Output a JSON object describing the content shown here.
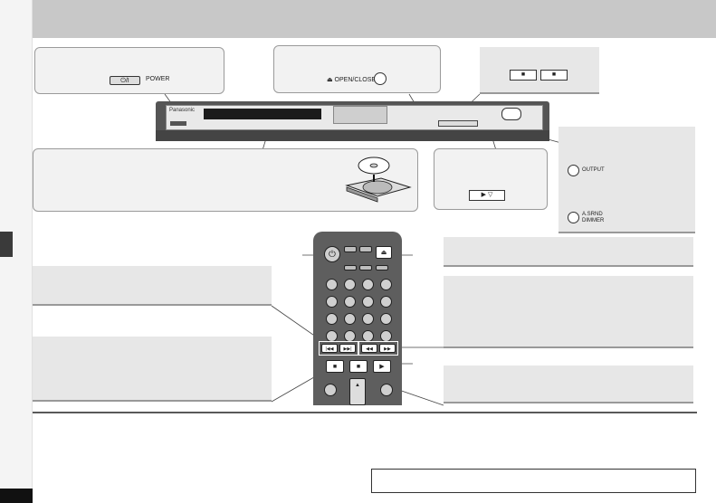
{
  "power_callout": {
    "power_label": "POWER",
    "power_btn": "⏻/I"
  },
  "open_callout": {
    "open_label": "⏏ OPEN/CLOSE"
  },
  "player": {
    "brand": "Panasonic"
  },
  "stop_play_callout": {
    "buttons": [
      "■",
      "■"
    ]
  },
  "play_callout": {
    "play_symbol": "▶ ▽"
  },
  "side_callout": {
    "item1": "OUTPUT",
    "item2": "A.SRND\nDIMMER"
  },
  "remote": {
    "power": "⏻",
    "eject": "⏏",
    "skip_prev": "|◀◀",
    "skip_next": "▶▶|",
    "rew": "◀◀",
    "ff": "▶▶",
    "stop": "■",
    "pause": "■",
    "play": "▶",
    "up": "▲"
  }
}
